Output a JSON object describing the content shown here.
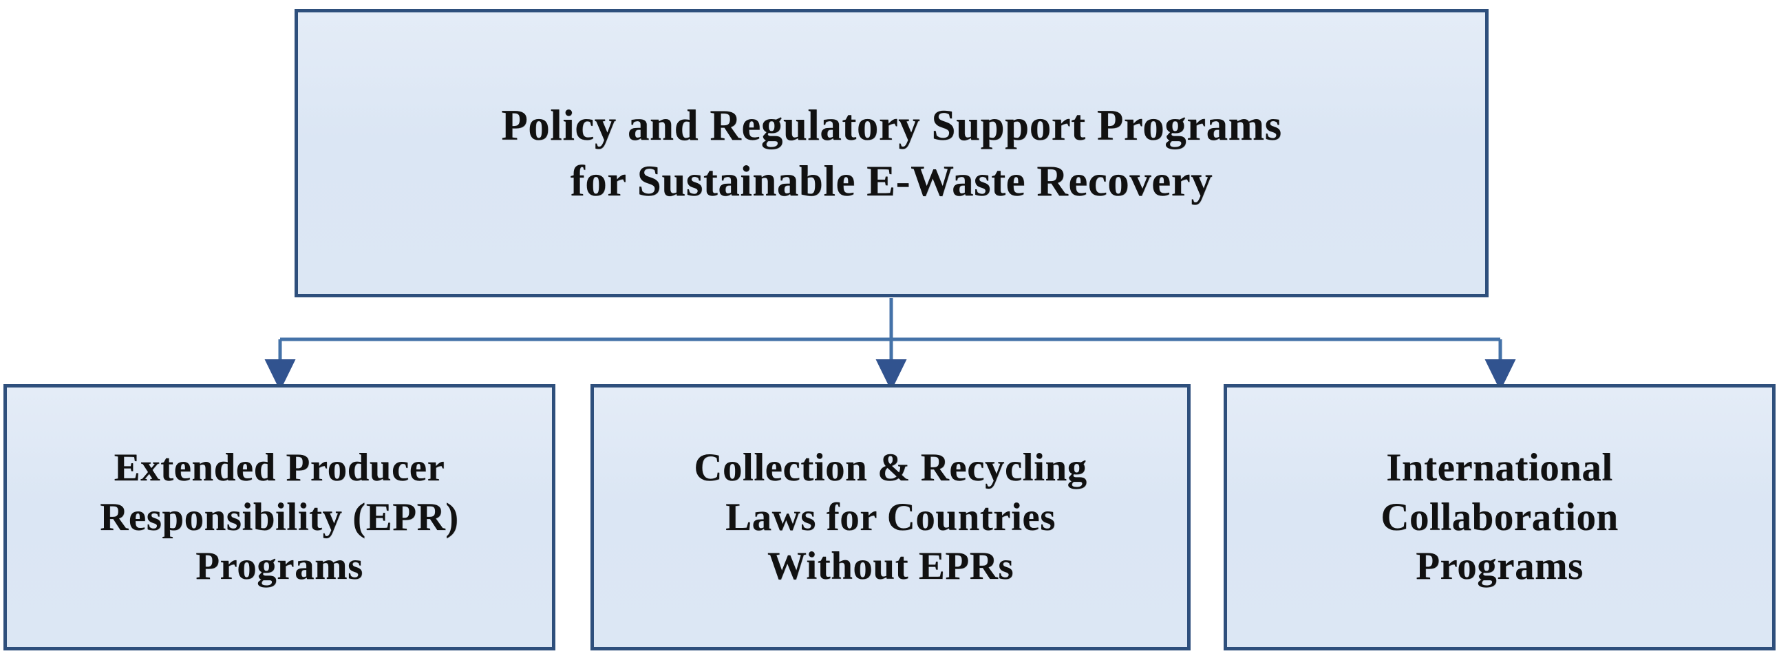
{
  "diagram": {
    "title": "Policy and Regulatory Support Programs for Sustainable E-Waste Recovery",
    "type": "hierarchy-tree",
    "orientation": "top-down",
    "colors": {
      "box_border": "#2e4f7c",
      "box_fill_light": "#e4ecf7",
      "box_fill_dark": "#dbe6f4",
      "connector": "#4472a8",
      "text": "#111111",
      "background": "#ffffff"
    },
    "root": {
      "id": "root",
      "label": "Policy and Regulatory Support Programs\nfor Sustainable E-Waste Recovery",
      "line_1": "Policy and Regulatory Support Programs",
      "line_2": "for Sustainable E-Waste Recovery"
    },
    "children": [
      {
        "id": "epr",
        "label": "Extended Producer\nResponsibility (EPR)\nPrograms",
        "line_1": "Extended Producer",
        "line_2": "Responsibility (EPR)",
        "line_3": "Programs"
      },
      {
        "id": "laws",
        "label": "Collection & Recycling\nLaws for Countries\nWithout EPRs",
        "line_1": "Collection & Recycling",
        "line_2": "Laws for Countries",
        "line_3": "Without EPRs"
      },
      {
        "id": "intl",
        "label": "International\nCollaboration\nPrograms",
        "line_1": "International",
        "line_2": "Collaboration",
        "line_3": "Programs"
      }
    ],
    "edges": [
      {
        "from": "root",
        "to": "epr",
        "style": "elbow",
        "arrowhead": "filled-triangle"
      },
      {
        "from": "root",
        "to": "laws",
        "style": "straight",
        "arrowhead": "filled-triangle"
      },
      {
        "from": "root",
        "to": "intl",
        "style": "elbow",
        "arrowhead": "filled-triangle"
      }
    ]
  }
}
